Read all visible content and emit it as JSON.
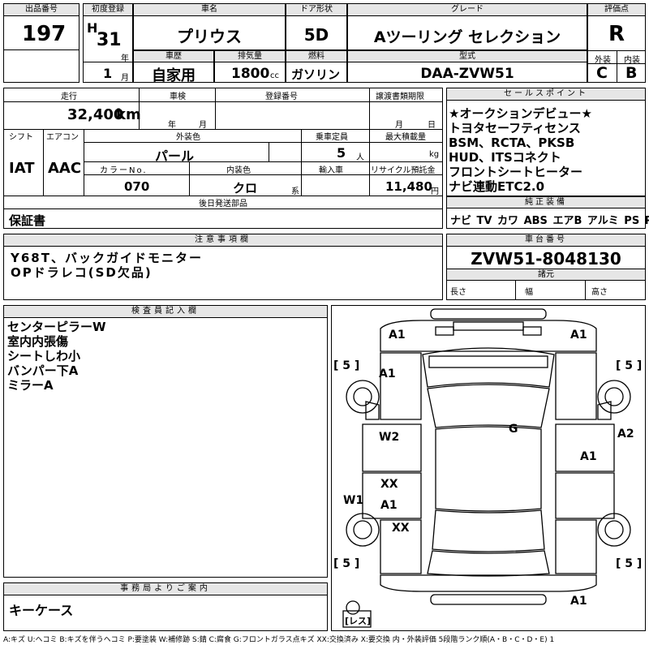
{
  "header": {
    "lot_label": "出品番号",
    "lot_value": "197",
    "first_reg_label": "初度登録",
    "era": "H",
    "year": "31",
    "year_unit": "年",
    "month": "1",
    "month_unit": "月",
    "car_name_label": "車名",
    "car_name": "プリウス",
    "door_label": "ドア形状",
    "door_value": "5D",
    "grade_label": "グレード",
    "grade_value": "Aツーリング セレクション",
    "score_label": "評価点",
    "score_value": "R",
    "history_label": "車歴",
    "history_value": "自家用",
    "displacement_label": "排気量",
    "displacement_value": "1800",
    "displacement_unit": "cc",
    "fuel_label": "燃料",
    "fuel_value": "ガソリン",
    "model_label": "型式",
    "model_value": "DAA-ZVW51",
    "ext_label": "外装",
    "ext_value": "C",
    "int_label": "内装",
    "int_value": "B"
  },
  "specs": {
    "mileage_label": "走行",
    "mileage_value": "32,400",
    "mileage_unit": "km",
    "inspection_label": "車検",
    "inspection_year_unit": "年",
    "inspection_month_unit": "月",
    "reg_no_label": "登録番号",
    "transfer_label": "譲渡書類期限",
    "transfer_month_unit": "月",
    "transfer_day_unit": "日",
    "shift_label": "シフト",
    "shift_value": "IAT",
    "ac_label": "エアコン",
    "ac_value": "AAC",
    "ext_color_label": "外装色",
    "ext_color_value": "パール",
    "capacity_label": "乗車定員",
    "capacity_value": "5",
    "capacity_unit": "人",
    "load_label": "最大積載量",
    "load_unit": "kg",
    "color_no_label": "カラーNo.",
    "color_no_value": "070",
    "int_color_label": "内装色",
    "int_color_value": "クロ",
    "int_color_unit": "系",
    "import_label": "輸入車",
    "recycle_label": "リサイクル預託金",
    "recycle_value": "11,480",
    "recycle_unit": "円",
    "later_label": "後日発送部品",
    "later_value": "保証書"
  },
  "sales_points": {
    "label": "セールスポイント",
    "lines": [
      "★オークションデビュー★",
      "トヨタセーフティセンス",
      "BSM、RCTA、PKSB",
      "HUD、ITSコネクト",
      "フロントシートヒーター",
      "ナビ連動ETC2.0"
    ]
  },
  "equipment": {
    "label": "純正装備",
    "items": [
      "ナビ",
      "TV",
      "カワ",
      "ABS",
      "エアB",
      "アルミ",
      "PS",
      "PW"
    ]
  },
  "notes": {
    "label": "注意事項欄",
    "lines": [
      "Y68T、バックガイドモニター",
      "OPドラレコ(SD欠品)"
    ]
  },
  "chassis": {
    "label": "車台番号",
    "value": "ZVW51-8048130",
    "dims_label": "諸元",
    "length_label": "長さ",
    "width_label": "幅",
    "height_label": "高さ"
  },
  "inspector": {
    "label": "検査員記入欄",
    "lines": [
      "センターピラーW",
      "室内内張傷",
      "シートしわ小",
      "バンパー下A",
      "ミラーA"
    ]
  },
  "office": {
    "label": "事務局よりご案内",
    "value": "キーケース"
  },
  "diagram": {
    "marks": {
      "a1_fl": "A1",
      "a1_fr": "A1",
      "a1_hood": "A1",
      "g": "G",
      "w2": "W2",
      "a2": "A2",
      "a1_rdoor": "A1",
      "xx1": "XX",
      "a1_ldoor": "A1",
      "w1": "W1",
      "xx2": "XX",
      "a1_rear": "A1"
    },
    "tires": {
      "fl": "[ 5 ]",
      "fr": "[ 5 ]",
      "rl": "[ 5 ]",
      "rr": "[ 5 ]"
    },
    "spare": "[レス]"
  },
  "legend": "A:キズ U:ヘコミ B:キズを伴うヘコミ P:要塗装 W:補修跡 S:錆 C:腐食 G:フロントガラス点キズ XX:交換済み X:要交換 内・外装評価 5段階ランク順(A・B・C・D・E) 1"
}
